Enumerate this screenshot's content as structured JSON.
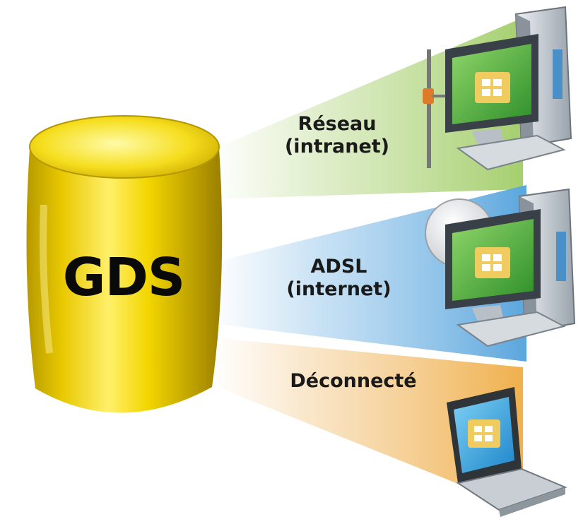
{
  "database": {
    "label": "GDS",
    "color": "#f2d200"
  },
  "connections": [
    {
      "line1": "Réseau",
      "line2": "(intranet)",
      "beam_color": "#b9d98b",
      "device": "desktop-computer"
    },
    {
      "line1": "ADSL",
      "line2": "(internet)",
      "beam_color": "#8fc3ea",
      "device": "desktop-computer"
    },
    {
      "line1": "Déconnecté",
      "line2": "",
      "beam_color": "#f2c27a",
      "device": "laptop-computer"
    }
  ]
}
